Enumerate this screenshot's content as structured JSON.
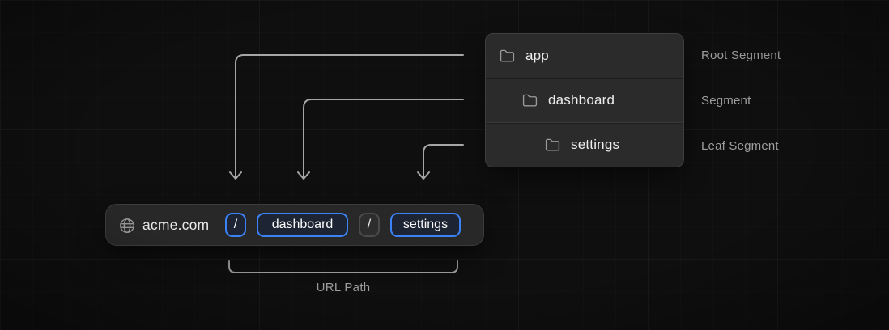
{
  "folder_panel": {
    "rows": [
      {
        "name": "app",
        "annotation": "Root Segment"
      },
      {
        "name": "dashboard",
        "annotation": "Segment"
      },
      {
        "name": "settings",
        "annotation": "Leaf Segment"
      }
    ]
  },
  "url_bar": {
    "domain": "acme.com",
    "segments": [
      {
        "text": "/",
        "highlighted": true
      },
      {
        "text": "dashboard",
        "highlighted": true
      },
      {
        "text": "/",
        "highlighted": false
      },
      {
        "text": "settings",
        "highlighted": true
      }
    ]
  },
  "bracket_label": "URL Path",
  "icons": {
    "globe": "globe-icon",
    "folder": "folder-icon"
  },
  "colors": {
    "accent_blue": "#3b82f6",
    "panel_bg": "#2b2b2b",
    "url_bar_bg": "#282828",
    "connector_gray": "#a6a6a6",
    "annotation_gray": "#9e9e9e",
    "background": "#0f0f0f"
  }
}
